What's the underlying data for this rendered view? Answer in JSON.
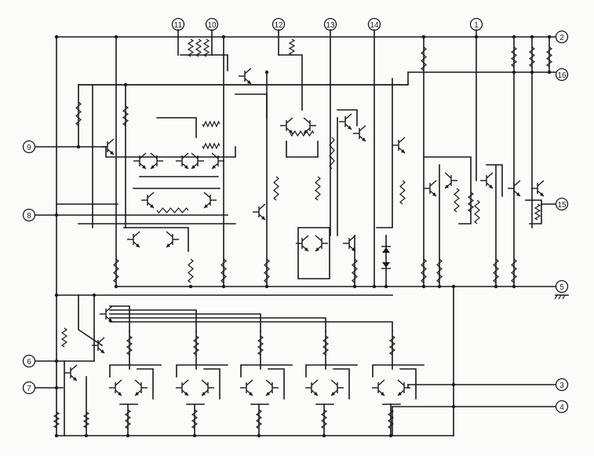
{
  "figure": {
    "pins": [
      {
        "label": "11"
      },
      {
        "label": "10"
      },
      {
        "label": "12"
      },
      {
        "label": "13"
      },
      {
        "label": "14"
      },
      {
        "label": "1"
      },
      {
        "label": "2"
      },
      {
        "label": "16"
      },
      {
        "label": "9"
      },
      {
        "label": "8"
      },
      {
        "label": "15"
      },
      {
        "label": "5"
      },
      {
        "label": "6"
      },
      {
        "label": "7"
      },
      {
        "label": "3"
      },
      {
        "label": "4"
      }
    ]
  }
}
